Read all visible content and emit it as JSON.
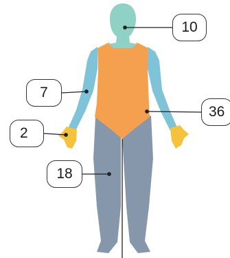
{
  "diagram": {
    "colors": {
      "head_neck": "#8fd1c4",
      "trunk": "#f5a04f",
      "arms": "#7fc3d9",
      "hands": "#f5c33b",
      "legs": "#8797ab",
      "lines": "#222222"
    },
    "regions": [
      {
        "part": "head",
        "value": "10"
      },
      {
        "part": "arm",
        "value": "7"
      },
      {
        "part": "trunk",
        "value": "36"
      },
      {
        "part": "hand",
        "value": "2"
      },
      {
        "part": "leg",
        "value": "18"
      }
    ]
  }
}
